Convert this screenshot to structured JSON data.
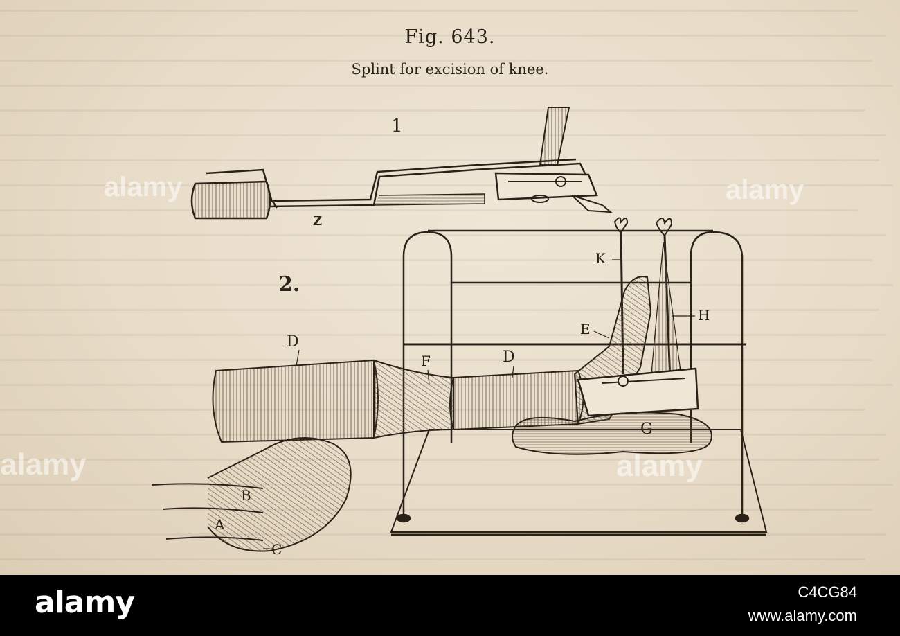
{
  "figure": {
    "number": "Fig. 643.",
    "caption": "Splint for excision of knee."
  },
  "labels": {
    "part_1": "1",
    "part_2": "2.",
    "a": "A",
    "b": "B",
    "c": "C",
    "d_upper": "D",
    "d_lower": "D",
    "e": "E",
    "f": "F",
    "g": "G",
    "h": "H",
    "k": "K",
    "z": "Z"
  },
  "watermark": {
    "text": "alamy"
  },
  "footer": {
    "brand": "alamy",
    "image_id": "C4CG84",
    "site": "www.alamy.com"
  }
}
